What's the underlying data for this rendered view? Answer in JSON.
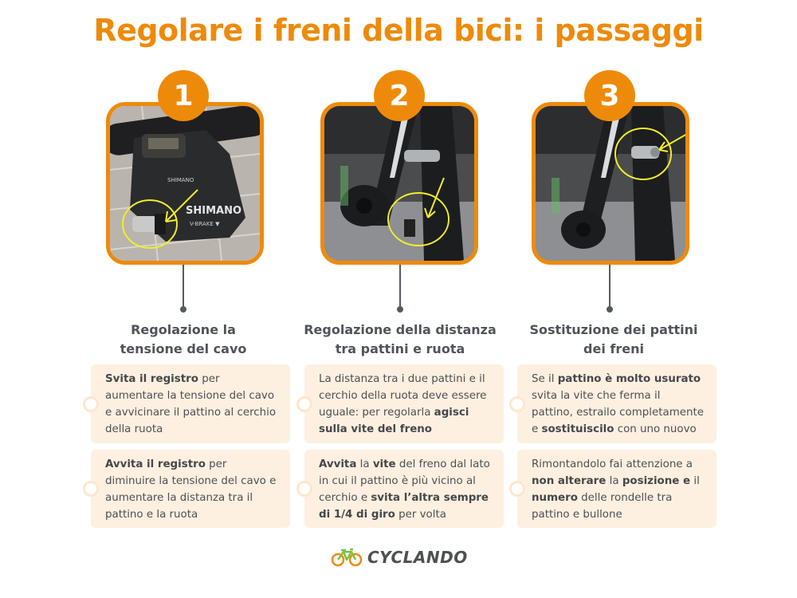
{
  "title": "Regolare i freni della bici: i passaggi",
  "colors": {
    "accent": "#ee8a0a",
    "card_bg": "#fdf0e1",
    "text": "#4d4f53",
    "annotation": "#f2ee2a"
  },
  "steps": [
    {
      "number": "1",
      "photo": "Shimano shifter and V-brake lever with barrel adjuster circled in yellow",
      "title_line1": "Regolazione la",
      "title_line2": "tensione del cavo",
      "cards": [
        {
          "bold1": "Svita il registro",
          "rest": " per aumentare la tensione del cavo e avvicinare il pattino al cerchio della ruota"
        },
        {
          "bold1": "Avvita il registro",
          "rest": " per diminuire la tensione del cavo e aumentare la distanza tra il pattino e la ruota"
        }
      ]
    },
    {
      "number": "2",
      "photo": "V-brake arm with spring tension screw circled in yellow",
      "title_line1": "Regolazione della distanza",
      "title_line2": "tra pattini e ruota",
      "cards": [
        {
          "text1": "La distanza tra i due pattini e il cerchio della ruota deve essere uguale: per regolarla ",
          "bold1": "agisci sulla vite del freno"
        },
        {
          "bold1": "Avvita",
          "text1": " la ",
          "bold2": "vite",
          "text2": " del freno dal lato in cui il pattino è più vicino al cerchio e ",
          "bold3": "svita l’altra sempre di 1/4 di giro",
          "text3": " per volta"
        }
      ]
    },
    {
      "number": "3",
      "photo": "V-brake arm with brake pad bolt circled in yellow",
      "title_line1": "Sostituzione dei pattini",
      "title_line2": "dei freni",
      "cards": [
        {
          "text1": "Se il ",
          "bold1": "pattino è molto usurato",
          "text2": " svita la vite che ferma il pattino, estrailo completamente e ",
          "bold2": "sostituiscilo",
          "text3": " con uno nuovo"
        },
        {
          "text1": "Rimontandolo fai attenzione a ",
          "bold1": "non alterare",
          "text2": " la ",
          "bold2": "posizione e",
          "text3": " il ",
          "bold3": "numero",
          "text4": " delle rondelle tra pattino e bullone"
        }
      ]
    }
  ],
  "logo": {
    "text": "CYCLANDO",
    "icon": "bicycle-icon"
  }
}
